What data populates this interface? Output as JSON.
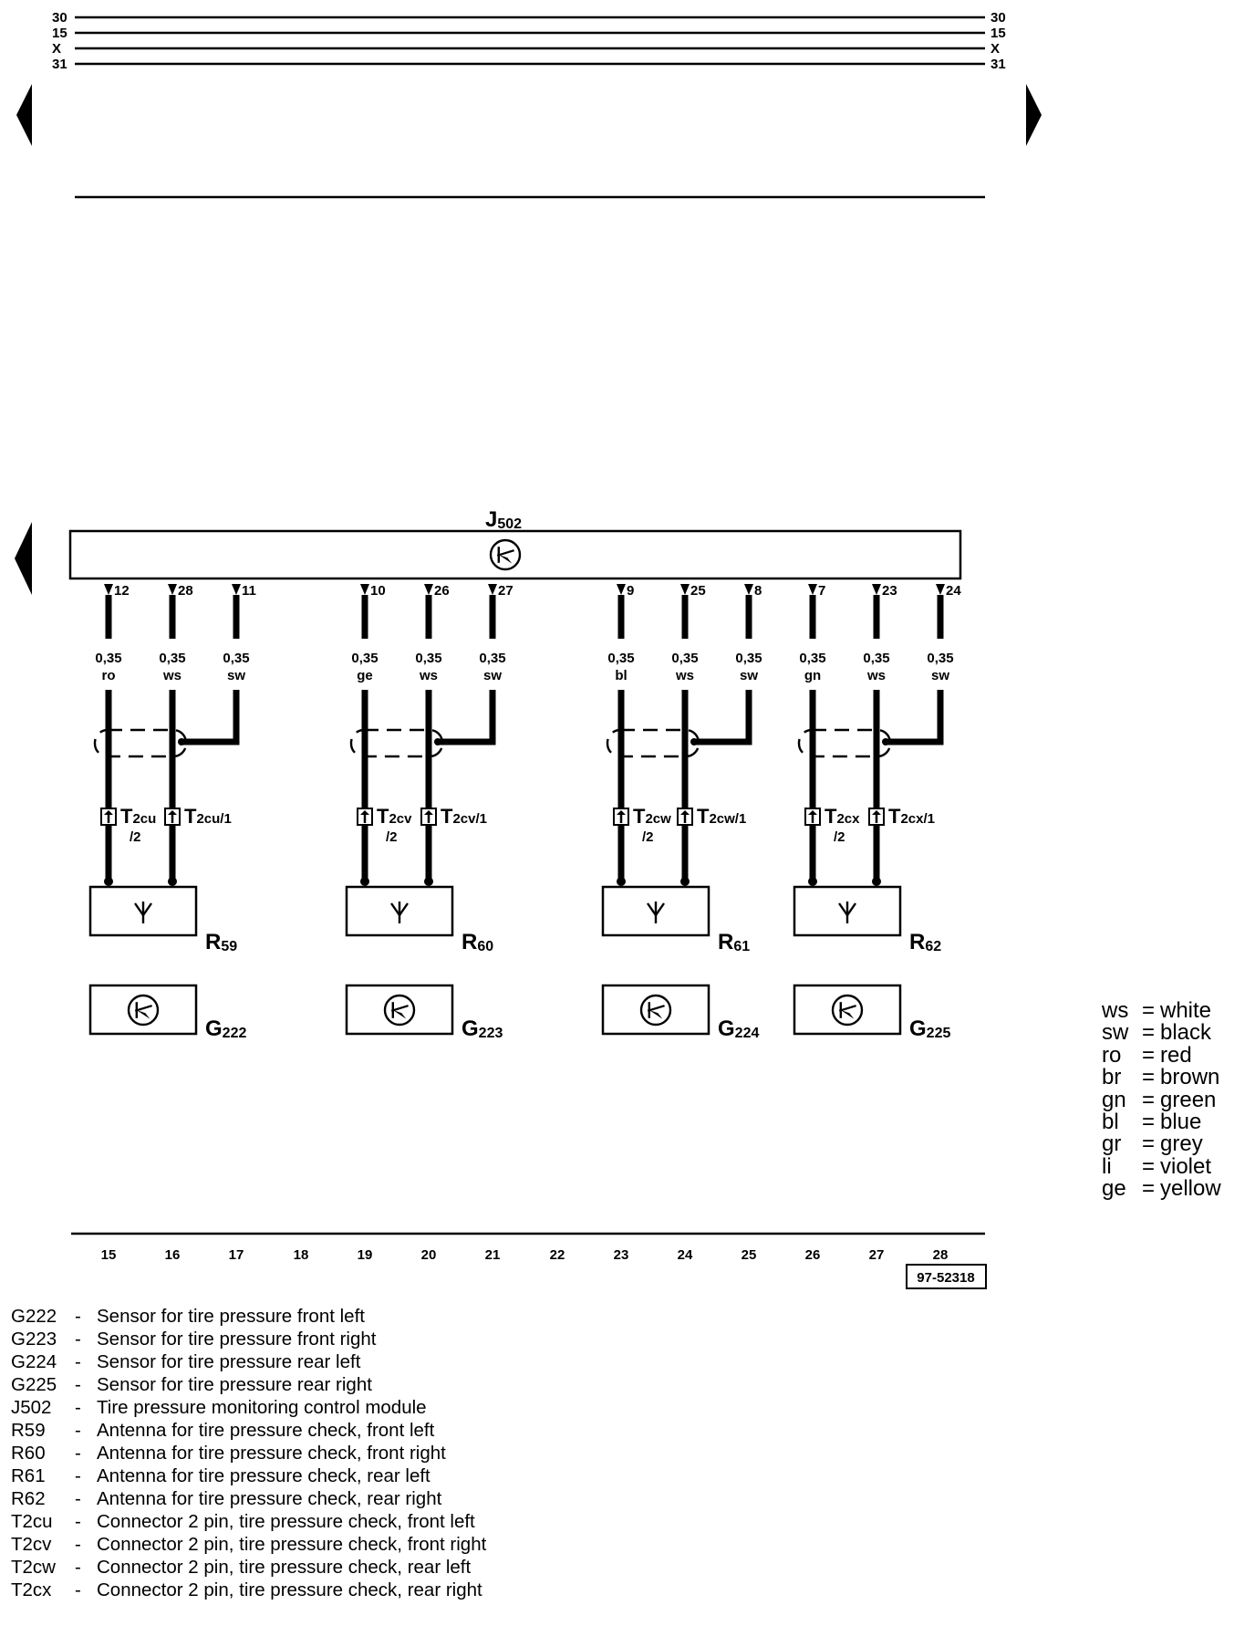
{
  "bus_lines": [
    "30",
    "15",
    "X",
    "31"
  ],
  "control_module": {
    "id": "J",
    "sub": "502"
  },
  "groups": [
    {
      "antenna": {
        "id": "R",
        "sub": "59"
      },
      "sensor": {
        "id": "G",
        "sub": "222"
      },
      "connector_a": {
        "main": "T",
        "sub": "2cu",
        "pin": "/2"
      },
      "connector_b": {
        "main": "T",
        "sub": "2cu/1"
      },
      "wires": [
        {
          "pin": "12",
          "size": "0,35",
          "color": "ro"
        },
        {
          "pin": "28",
          "size": "0,35",
          "color": "ws"
        },
        {
          "pin": "11",
          "size": "0,35",
          "color": "sw"
        }
      ]
    },
    {
      "antenna": {
        "id": "R",
        "sub": "60"
      },
      "sensor": {
        "id": "G",
        "sub": "223"
      },
      "connector_a": {
        "main": "T",
        "sub": "2cv",
        "pin": "/2"
      },
      "connector_b": {
        "main": "T",
        "sub": "2cv/1"
      },
      "wires": [
        {
          "pin": "10",
          "size": "0,35",
          "color": "ge"
        },
        {
          "pin": "26",
          "size": "0,35",
          "color": "ws"
        },
        {
          "pin": "27",
          "size": "0,35",
          "color": "sw"
        }
      ]
    },
    {
      "antenna": {
        "id": "R",
        "sub": "61"
      },
      "sensor": {
        "id": "G",
        "sub": "224"
      },
      "connector_a": {
        "main": "T",
        "sub": "2cw",
        "pin": "/2"
      },
      "connector_b": {
        "main": "T",
        "sub": "2cw/1"
      },
      "wires": [
        {
          "pin": "9",
          "size": "0,35",
          "color": "bl"
        },
        {
          "pin": "25",
          "size": "0,35",
          "color": "ws"
        },
        {
          "pin": "8",
          "size": "0,35",
          "color": "sw"
        }
      ]
    },
    {
      "antenna": {
        "id": "R",
        "sub": "62"
      },
      "sensor": {
        "id": "G",
        "sub": "225"
      },
      "connector_a": {
        "main": "T",
        "sub": "2cx",
        "pin": "/2"
      },
      "connector_b": {
        "main": "T",
        "sub": "2cx/1"
      },
      "wires": [
        {
          "pin": "7",
          "size": "0,35",
          "color": "gn"
        },
        {
          "pin": "23",
          "size": "0,35",
          "color": "ws"
        },
        {
          "pin": "24",
          "size": "0,35",
          "color": "sw"
        }
      ]
    }
  ],
  "grid_numbers": [
    "15",
    "16",
    "17",
    "18",
    "19",
    "20",
    "21",
    "22",
    "23",
    "24",
    "25",
    "26",
    "27",
    "28"
  ],
  "reference_code": "97-52318",
  "wire_color_legend": [
    {
      "code": "ws",
      "eq": "=",
      "name": "white"
    },
    {
      "code": "sw",
      "eq": "=",
      "name": "black"
    },
    {
      "code": "ro",
      "eq": "=",
      "name": "red"
    },
    {
      "code": "br",
      "eq": "=",
      "name": "brown"
    },
    {
      "code": "gn",
      "eq": "=",
      "name": "green"
    },
    {
      "code": "bl",
      "eq": "=",
      "name": "blue"
    },
    {
      "code": "gr",
      "eq": "=",
      "name": "grey"
    },
    {
      "code": "li",
      "eq": "=",
      "name": "violet"
    },
    {
      "code": "ge",
      "eq": "=",
      "name": "yellow"
    }
  ],
  "component_legend": [
    {
      "id": "G222",
      "dash": "-",
      "desc": "Sensor for tire pressure front left"
    },
    {
      "id": "G223",
      "dash": "-",
      "desc": "Sensor for tire pressure front right"
    },
    {
      "id": "G224",
      "dash": "-",
      "desc": "Sensor for tire pressure rear left"
    },
    {
      "id": "G225",
      "dash": "-",
      "desc": "Sensor for tire pressure rear right"
    },
    {
      "id": "J502",
      "dash": "-",
      "desc": "Tire pressure monitoring control module"
    },
    {
      "id": "R59",
      "dash": "-",
      "desc": "Antenna for tire pressure check, front left"
    },
    {
      "id": "R60",
      "dash": "-",
      "desc": "Antenna for tire pressure check, front right"
    },
    {
      "id": "R61",
      "dash": "-",
      "desc": "Antenna for tire pressure check, rear left"
    },
    {
      "id": "R62",
      "dash": "-",
      "desc": "Antenna for tire pressure check, rear right"
    },
    {
      "id": "T2cu",
      "dash": "-",
      "desc": "Connector 2 pin, tire pressure check, front left"
    },
    {
      "id": "T2cv",
      "dash": "-",
      "desc": "Connector 2 pin, tire pressure check, front right"
    },
    {
      "id": "T2cw",
      "dash": "-",
      "desc": "Connector 2 pin, tire pressure check, rear left"
    },
    {
      "id": "T2cx",
      "dash": "-",
      "desc": "Connector 2 pin, tire pressure check, rear right"
    }
  ]
}
